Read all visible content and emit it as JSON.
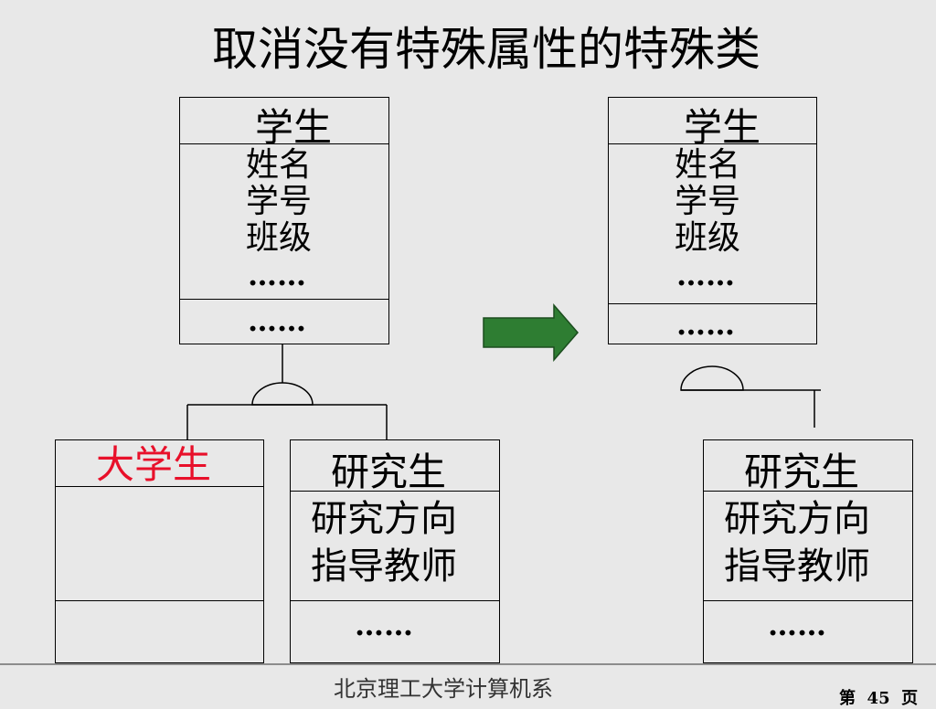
{
  "title": "取消没有特殊属性的特殊类",
  "left": {
    "parent": {
      "name": "学生",
      "attributes": [
        "姓名",
        "学号",
        "班级",
        "……"
      ],
      "operations": "……"
    },
    "child1": {
      "name": "大学生",
      "name_color": "#e8102a"
    },
    "child2": {
      "name": "研究生",
      "attributes": [
        "研究方向",
        "指导教师"
      ],
      "operations": "……"
    }
  },
  "right": {
    "parent": {
      "name": "学生",
      "attributes": [
        "姓名",
        "学号",
        "班级",
        "……"
      ],
      "operations": "……"
    },
    "child": {
      "name": "研究生",
      "attributes": [
        "研究方向",
        "指导教师"
      ],
      "operations": "……"
    }
  },
  "arrow_color": "#2e7d32",
  "footer": "北京理工大学计算机系",
  "page": {
    "prefix": "第",
    "number": "45",
    "suffix": "页"
  }
}
